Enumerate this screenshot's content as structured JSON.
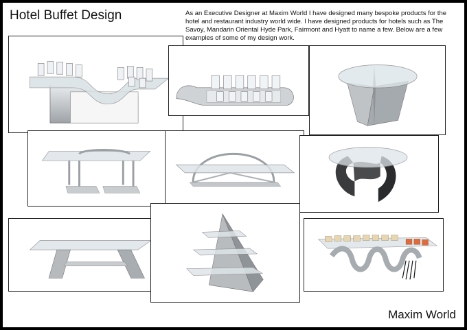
{
  "page": {
    "title": "Hotel Buffet Design",
    "description": "As an Executive Designer at Maxim World I have designed many bespoke products for the hotel and restaurant industry world wide. I have designed products for hotels such as The Savoy, Mandarin Oriental Hyde Park, Fairmont and Hyatt to name a few. Below are a few examples of some of my design work.",
    "footer": "Maxim World"
  },
  "colors": {
    "background": "#000000",
    "page": "#ffffff",
    "text": "#111111",
    "glass": "#d6dee3",
    "steel": "#b5b8bb",
    "dark": "#2e2e30"
  }
}
